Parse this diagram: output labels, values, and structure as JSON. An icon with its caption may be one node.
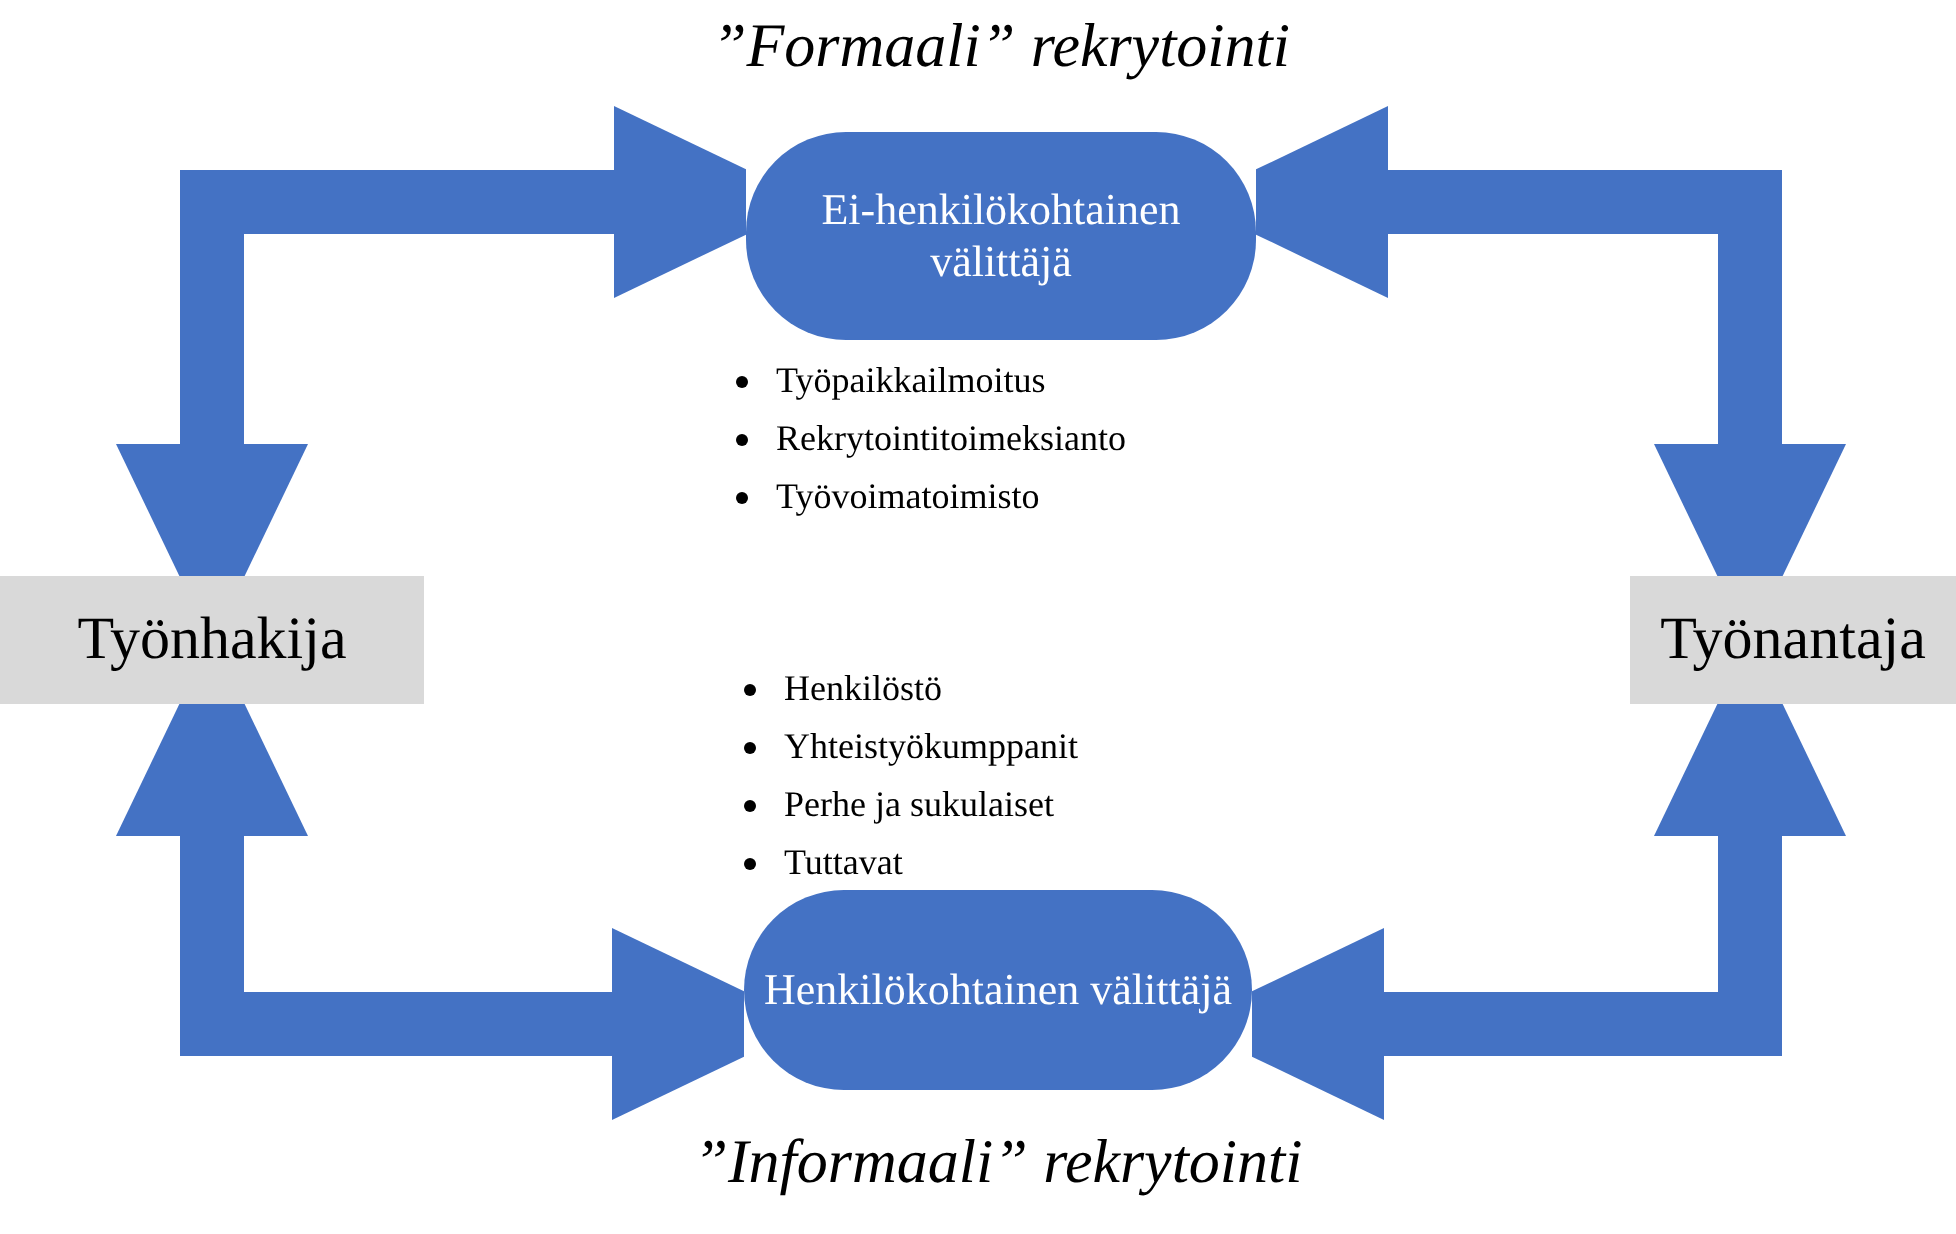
{
  "diagram": {
    "nodes": [
      {
        "text": [
          "”Formaali” rekrytointi",
          "Ei-henkilökohtainen välittäjä"
        ],
        "beside": [
          "Työpaikkailmoitus",
          "Rekrytointitoimeksianto",
          "Työvoimatoimisto"
        ]
      },
      {
        "text": [
          "Työnhakija"
        ]
      },
      {
        "text": [
          "Työnantaja"
        ]
      },
      {
        "text": [
          "Henkilökohtainen välittäjä",
          "”Informaali” rekrytointi"
        ],
        "beside": [
          "Henkilöstö",
          "Yhteistyökumppanit",
          "Perhe ja sukulaiset",
          "Tuttavat"
        ]
      }
    ],
    "edges": [
      {
        "from": 1,
        "to": 0,
        "arrow": "both"
      },
      {
        "from": 0,
        "to": 2,
        "arrow": "both"
      },
      {
        "from": 1,
        "to": 3,
        "arrow": "both"
      },
      {
        "from": 3,
        "to": 2,
        "arrow": "both"
      }
    ]
  }
}
